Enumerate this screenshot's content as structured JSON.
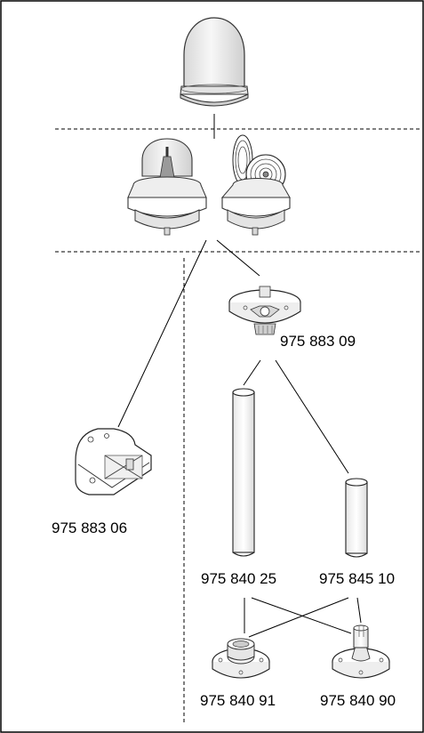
{
  "diagram": {
    "parts": [
      {
        "id": "wall-bracket",
        "number": "975 883 06"
      },
      {
        "id": "mounting-base",
        "number": "975 883 09"
      },
      {
        "id": "tube-long",
        "number": "975 840 25"
      },
      {
        "id": "tube-short",
        "number": "975 845 10"
      },
      {
        "id": "flange-flat",
        "number": "975 840 91"
      },
      {
        "id": "flange-spigot",
        "number": "975 840 90"
      }
    ],
    "colors": {
      "line": "#000000",
      "background": "#ffffff",
      "shade": "#eeeeee"
    }
  }
}
